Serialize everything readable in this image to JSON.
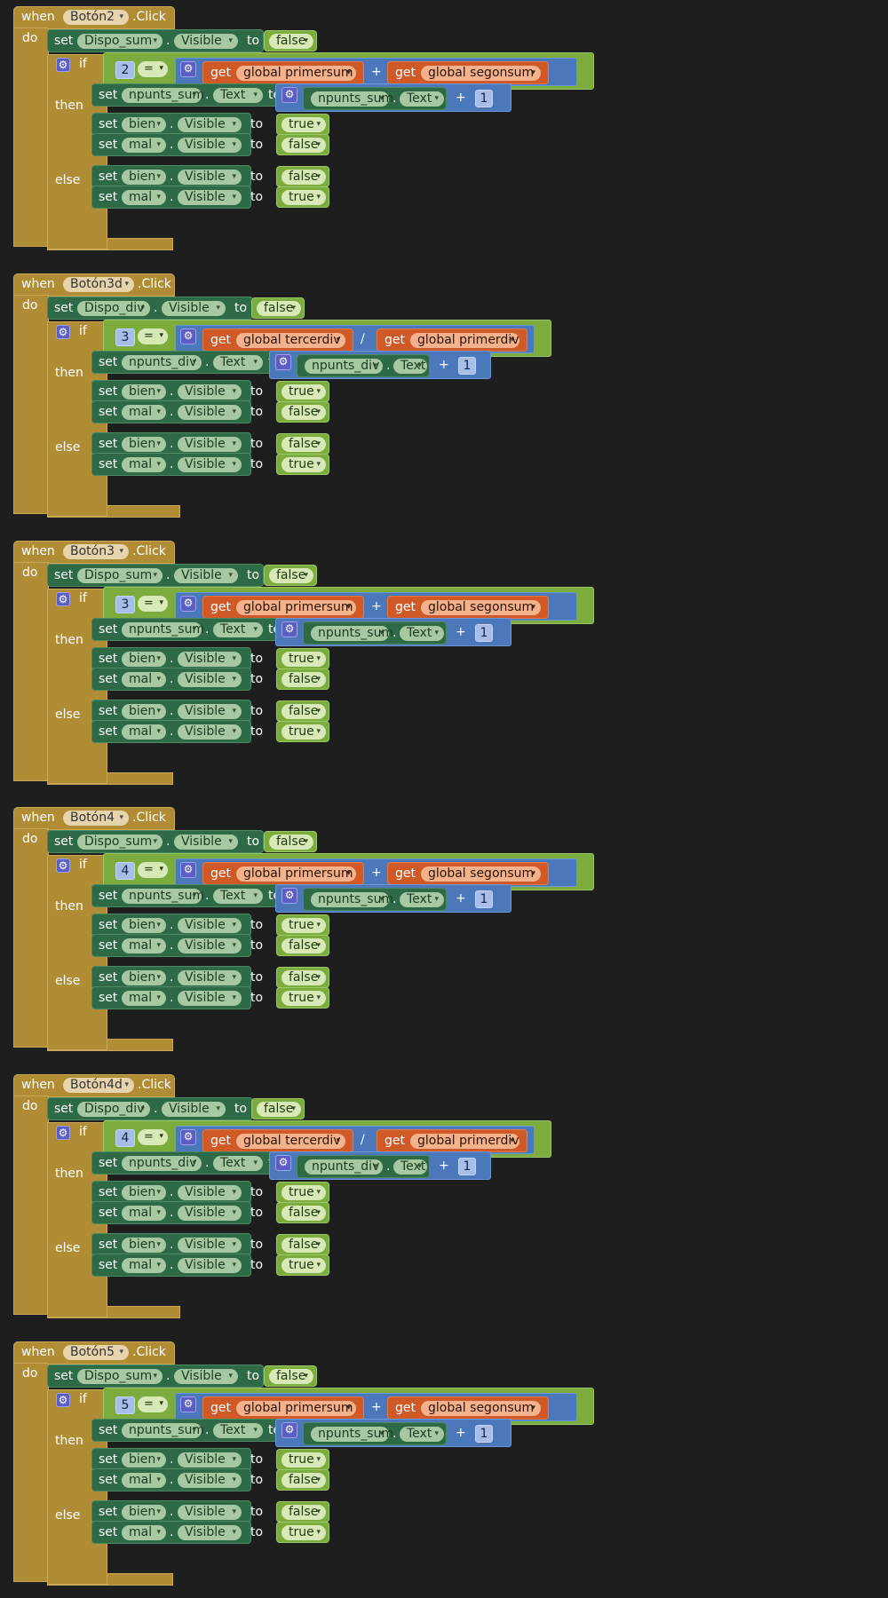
{
  "keywords": {
    "when": "when",
    "do": "do",
    "if": "if",
    "then": "then",
    "else": "else",
    "set": "set",
    "to": "to",
    "get": "get",
    "click": ".Click",
    "dot": "."
  },
  "events": [
    {
      "button": "Botón2",
      "dispo": "Dispo_sum",
      "compare_value": "2",
      "compare_op": "=",
      "arith_op": "+",
      "get_a": "global primersum",
      "get_b": "global segonsum",
      "npunts": "npunts_sum"
    },
    {
      "button": "Botón3d",
      "dispo": "Dispo_div",
      "compare_value": "3",
      "compare_op": "=",
      "arith_op": "/",
      "get_a": "global tercerdiv",
      "get_b": "global primerdiv",
      "npunts": "npunts_div"
    },
    {
      "button": "Botón3",
      "dispo": "Dispo_sum",
      "compare_value": "3",
      "compare_op": "=",
      "arith_op": "+",
      "get_a": "global primersum",
      "get_b": "global segonsum",
      "npunts": "npunts_sum"
    },
    {
      "button": "Botón4",
      "dispo": "Dispo_sum",
      "compare_value": "4",
      "compare_op": "=",
      "arith_op": "+",
      "get_a": "global primersum",
      "get_b": "global segonsum",
      "npunts": "npunts_sum"
    },
    {
      "button": "Botón4d",
      "dispo": "Dispo_div",
      "compare_value": "4",
      "compare_op": "=",
      "arith_op": "/",
      "get_a": "global tercerdiv",
      "get_b": "global primerdiv",
      "npunts": "npunts_div"
    },
    {
      "button": "Botón5",
      "dispo": "Dispo_sum",
      "compare_value": "5",
      "compare_op": "=",
      "arith_op": "+",
      "get_a": "global primersum",
      "get_b": "global segonsum",
      "npunts": "npunts_sum"
    }
  ],
  "shared": {
    "prop_visible": "Visible",
    "prop_text": "Text",
    "bien": "bien",
    "mal": "mal",
    "val_true": "true",
    "val_false": "false",
    "increment": "1",
    "plus": "+"
  },
  "icons": {
    "dropdown": "▾",
    "gear": "gear-icon"
  },
  "colors": {
    "background": "#1e1e1e",
    "event_block": "#b08d35",
    "set_block": "#2e6a46",
    "logic_block": "#7cab3e",
    "math_block": "#4a78bb",
    "get_block": "#cf5a28",
    "mutator": "#5b5ec2"
  }
}
